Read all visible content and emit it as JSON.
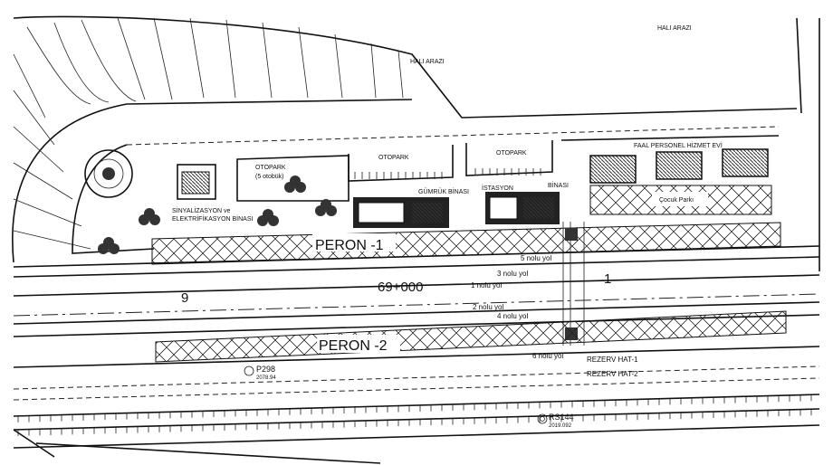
{
  "plan": {
    "land_top_right": "HALI ARAZI",
    "land_top_mid": "HALI ARAZI",
    "parking_small": "OTOPARK",
    "parking_small_note": "(5 otobük)",
    "parking_2": "OTOPARK",
    "parking_3": "OTOPARK",
    "signal_building_line1": "SİNYALİZASYON ve",
    "signal_building_line2": "ELEKTRİFİKASYON BİNASI",
    "customs_building": "GÜMRÜK BİNASI",
    "station_building_a": "İSTASYON",
    "station_building_b": "BİNASI",
    "staff_house": "FAAL PERSONEL HİZMET EVİ",
    "playground": "Çocuk Parkı",
    "platform_1": "PERON -1",
    "platform_2": "PERON -2",
    "tracks": [
      "5 nolu yol",
      "3 nolu yol",
      "1 nolu yol",
      "2 nolu yol",
      "4 nolu yol",
      "6 nolu yol"
    ],
    "reserve_1": "REZERV HAT-1",
    "reserve_2": "REZERV HAT-2",
    "chainage": "69+000",
    "chainage_left": "9",
    "chainage_right": "1",
    "point_1": {
      "id": "P298",
      "elev": "2078.94"
    },
    "point_2": {
      "id": "RS144",
      "elev": "2019.092"
    }
  },
  "colors": {
    "ink": "#111111",
    "paper": "#ffffff",
    "roof": "#444444"
  }
}
